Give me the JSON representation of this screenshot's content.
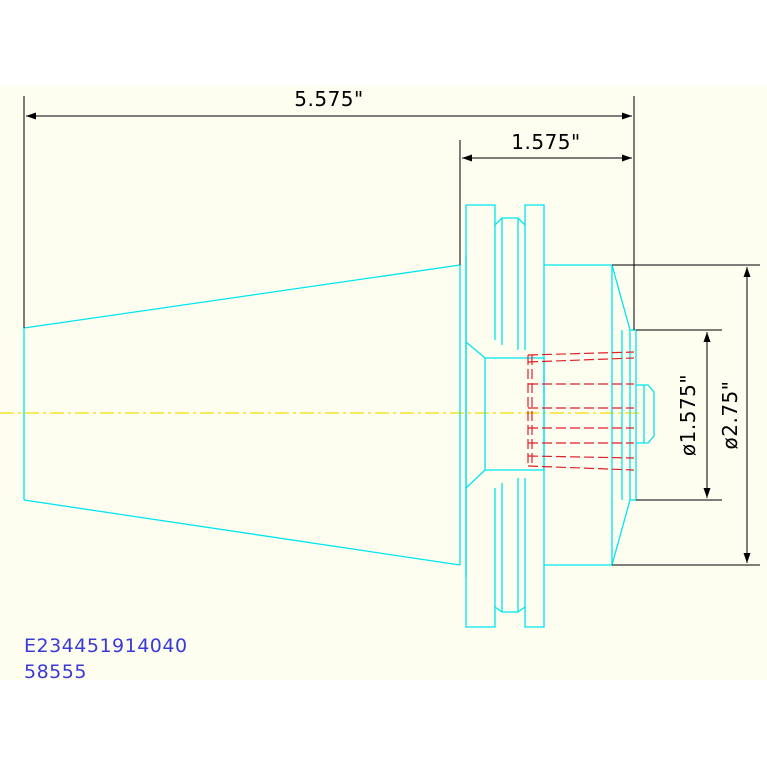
{
  "dimensions": {
    "overall_length": "5.575\"",
    "flange_length": "1.575\"",
    "inner_diameter": "ø1.575\"",
    "outer_diameter": "ø2.75\""
  },
  "labels": {
    "part_number": "E234451914040",
    "part_id": "58555"
  },
  "colors": {
    "background": "#fdfdf0",
    "outline": "#00e5ee",
    "hidden_lines": "#e0202a",
    "center_line": "#f2e000",
    "dimension_lines": "#000000",
    "label_text": "#3a3ad8"
  }
}
